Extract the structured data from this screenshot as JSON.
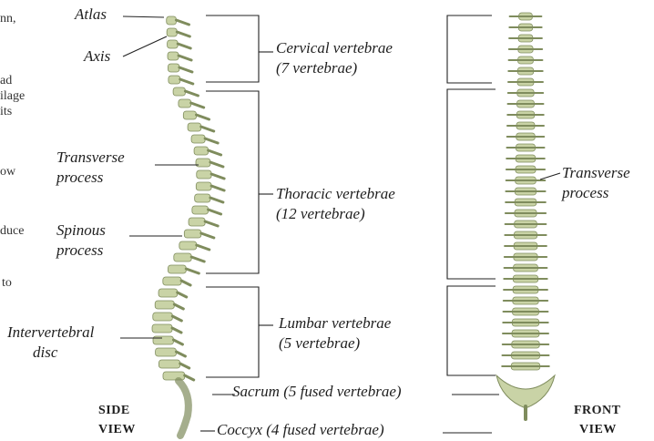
{
  "labels": {
    "atlas": "Atlas",
    "axis": "Axis",
    "transverse_left_1": "Transverse",
    "transverse_left_2": "process",
    "spinous_1": "Spinous",
    "spinous_2": "process",
    "intervertebral_1": "Intervertebral",
    "intervertebral_2": "disc",
    "cervical_1": "Cervical vertebrae",
    "cervical_2": "(7 vertebrae)",
    "thoracic_1": "Thoracic vertebrae",
    "thoracic_2": "(12 vertebrae)",
    "lumbar_1": "Lumbar vertebrae",
    "lumbar_2": "(5 vertebrae)",
    "sacrum": "Sacrum (5 fused vertebrae)",
    "coccyx": "Coccyx (4 fused vertebrae)",
    "transverse_right_1": "Transverse",
    "transverse_right_2": "process"
  },
  "captions": {
    "side_1": "SIDE",
    "side_2": "VIEW",
    "front_1": "FRONT",
    "front_2": "VIEW"
  },
  "cut_text": [
    "nn,",
    "ad",
    "ilage",
    "its",
    "ow",
    "duce",
    "to"
  ],
  "colors": {
    "bone": "#c9d3a6",
    "bone_dark": "#7f8c5d",
    "leader": "#222222"
  }
}
